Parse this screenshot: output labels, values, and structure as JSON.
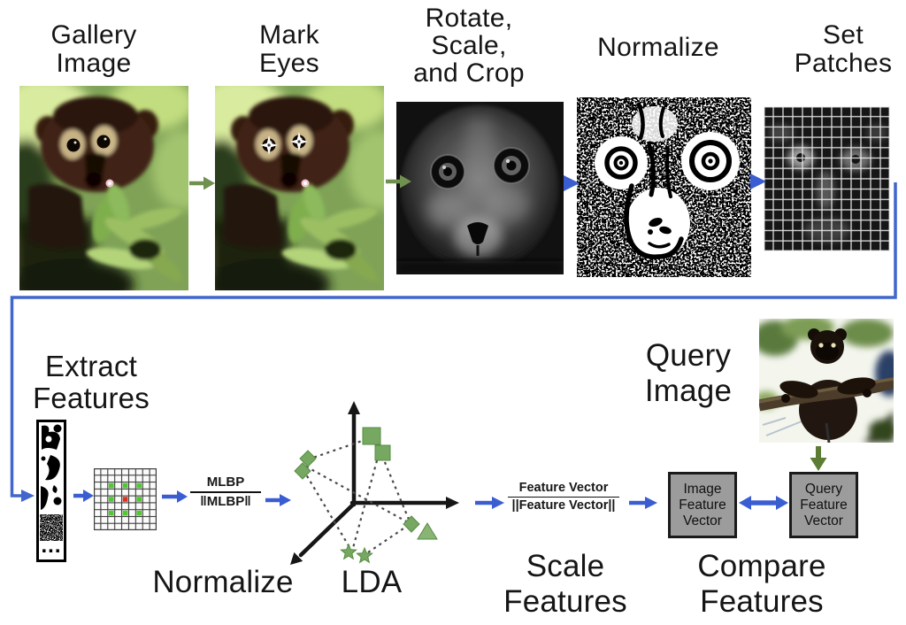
{
  "labels": {
    "gallery": [
      "Gallery",
      "Image"
    ],
    "mark": [
      "Mark",
      "Eyes"
    ],
    "rotate": [
      "Rotate,",
      "Scale,",
      "and Crop"
    ],
    "normalize_top": "Normalize",
    "set_patches": [
      "Set",
      "Patches"
    ],
    "extract": [
      "Extract",
      "Features"
    ],
    "normalize_bottom": "Normalize",
    "lda": "LDA",
    "scale": [
      "Scale",
      "Features"
    ],
    "compare": [
      "Compare",
      "Features"
    ],
    "query_image": [
      "Query",
      "Image"
    ]
  },
  "fractions": {
    "mlbp": {
      "numerator": "MLBP",
      "denominator": "‖MLBP‖"
    },
    "feature_vector": {
      "numerator": "Feature Vector",
      "denominator": "||Feature Vector||"
    }
  },
  "boxes": {
    "image_feature": [
      "Image",
      "Feature",
      "Vector"
    ],
    "query_feature": [
      "Query",
      "Feature",
      "Vector"
    ]
  },
  "feature_strip": {
    "ellipsis": "..."
  },
  "icons": {
    "flow_arrows": "right-arrow",
    "compare_arrow": "double-headed-arrow",
    "query_arrow": "down-arrow"
  },
  "colors": {
    "flow_blue": "#3a5ed2",
    "connector_blue": "#4166cc",
    "arrow_green": "#70904f",
    "query_arrow_green": "#5c7d33",
    "box_gray": "#9c9c9c",
    "lda_marker_green": "#76a862",
    "mlbp_center_red": "#e03020",
    "mlbp_neighbor_green": "#52c832"
  }
}
